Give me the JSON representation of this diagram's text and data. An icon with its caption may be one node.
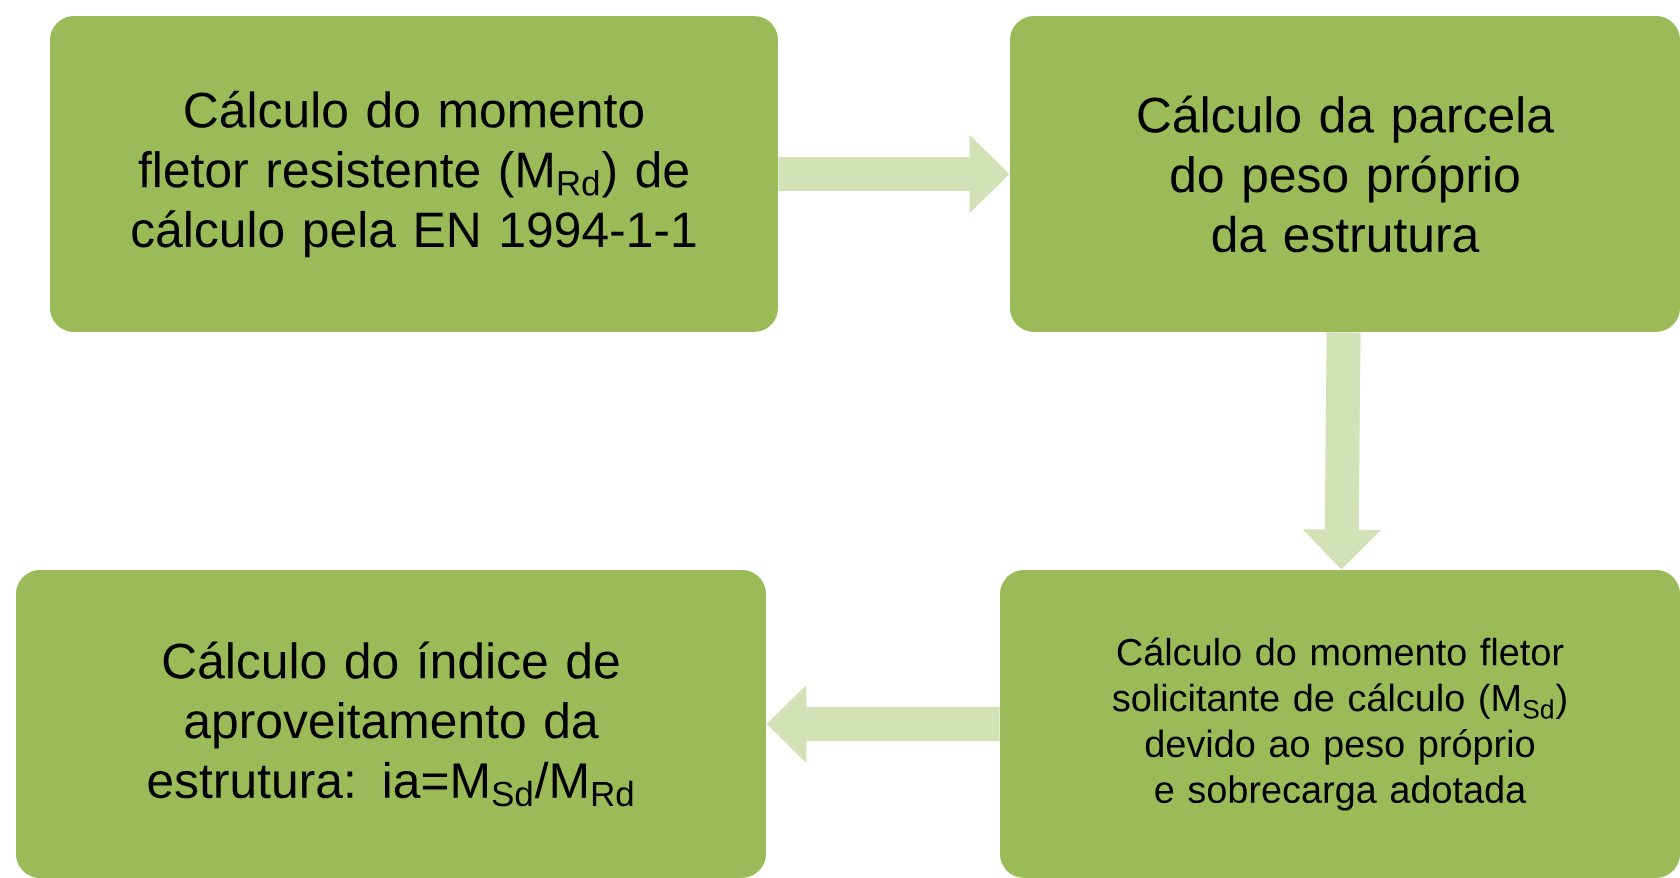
{
  "diagram": {
    "nodes": [
      {
        "text": [
          "Cálculo do momento fletor resistente (M$_{Rd}$) de cálculo pela EN 1994-1-1"
        ]
      },
      {
        "text": [
          "Cálculo da parcela do peso próprio da estrutura"
        ]
      },
      {
        "text": [
          "Cálculo do momento fletor solicitante de cálculo (M$_{Sd}$) devido ao peso próprio e sobrecarga adotada"
        ]
      },
      {
        "text": [
          "Cálculo do índice de aproveitamento da estrutura: ia=M$_{Sd}$/M$_{Rd}$"
        ]
      }
    ],
    "edges": [
      {
        "from": 0,
        "to": 1,
        "arrow": "to"
      },
      {
        "from": 1,
        "to": 2,
        "arrow": "to"
      },
      {
        "from": 2,
        "to": 3,
        "arrow": "to"
      }
    ]
  }
}
